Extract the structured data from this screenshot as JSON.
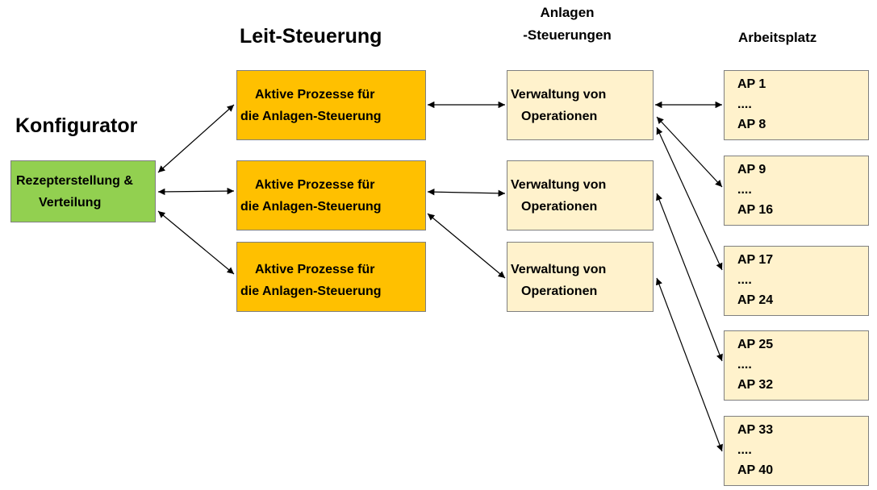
{
  "headings": {
    "konfigurator": "Konfigurator",
    "leit": "Leit-Steuerung",
    "anlagen_line1": "Anlagen",
    "anlagen_line2": "-Steuerungen",
    "arbeitsplatz": "Arbeitsplatz"
  },
  "konfigurator_box": {
    "line1": "Rezepterstellung &",
    "line2": "Verteilung"
  },
  "leit_boxes": [
    {
      "line1": "Aktive Prozesse für",
      "line2": "die  Anlagen-Steuerung"
    },
    {
      "line1": "Aktive Prozesse für",
      "line2": "die  Anlagen-Steuerung"
    },
    {
      "line1": "Aktive Prozesse für",
      "line2": "die  Anlagen-Steuerung"
    }
  ],
  "anlagen_boxes": [
    {
      "line1": "Verwaltung von",
      "line2": "Operationen"
    },
    {
      "line1": "Verwaltung von",
      "line2": "Operationen"
    },
    {
      "line1": "Verwaltung von",
      "line2": "Operationen"
    }
  ],
  "ap_boxes": [
    {
      "first": "AP 1",
      "dots": "....",
      "last": "AP 8"
    },
    {
      "first": "AP 9",
      "dots": "....",
      "last": "AP 16"
    },
    {
      "first": "AP 17",
      "dots": "....",
      "last": "AP 24"
    },
    {
      "first": "AP 25",
      "dots": "....",
      "last": "AP 32"
    },
    {
      "first": "AP 33",
      "dots": "....",
      "last": "AP 40"
    }
  ],
  "colors": {
    "konfigurator": "#92d050",
    "leit": "#ffc000",
    "anlagen": "#fff2cc",
    "arbeitsplatz": "#fff2cc",
    "arrow": "#000000"
  }
}
